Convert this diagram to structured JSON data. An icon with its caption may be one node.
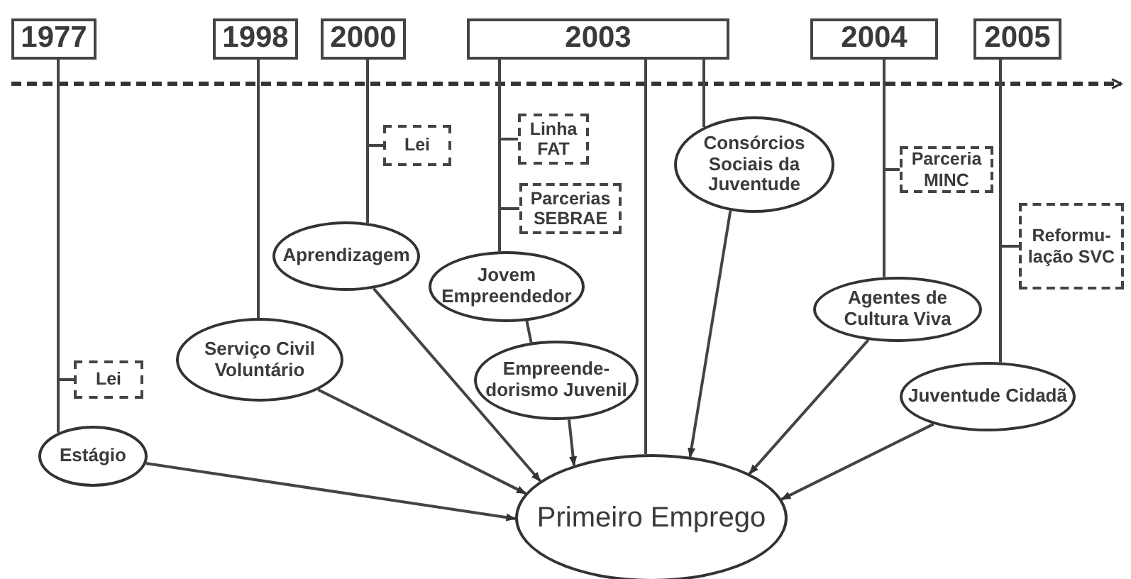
{
  "diagram": {
    "nodes": [
      {
        "text": [
          "1977"
        ]
      },
      {
        "text": [
          "1998"
        ]
      },
      {
        "text": [
          "2000"
        ]
      },
      {
        "text": [
          "2003"
        ]
      },
      {
        "text": [
          "2004"
        ]
      },
      {
        "text": [
          "2005"
        ]
      },
      {
        "text": [
          "Lei"
        ]
      },
      {
        "text": [
          "Linha FAT"
        ]
      },
      {
        "text": [
          "Parcerias SEBRAE"
        ]
      },
      {
        "text": [
          "Consórcios Sociais da Juventude"
        ]
      },
      {
        "text": [
          "Parceria MINC"
        ]
      },
      {
        "text": [
          "Reformu- lação SVC"
        ]
      },
      {
        "text": [
          "Aprendizagem"
        ]
      },
      {
        "text": [
          "Jovem Empreendedor"
        ]
      },
      {
        "text": [
          "Serviço Civil Voluntário"
        ]
      },
      {
        "text": [
          "Empreende- dorismo Juvenil"
        ]
      },
      {
        "text": [
          "Agentes de Cultura Viva"
        ]
      },
      {
        "text": [
          "Lei"
        ]
      },
      {
        "text": [
          "Juventude Cidadã"
        ]
      },
      {
        "text": [
          "Estágio"
        ]
      },
      {
        "text": [
          "Primeiro Emprego"
        ]
      }
    ],
    "edges": [
      {
        "from": 0,
        "to": 19,
        "arrow": "none"
      },
      {
        "from": 0,
        "to": 17,
        "arrow": "none"
      },
      {
        "from": 1,
        "to": 14,
        "arrow": "none"
      },
      {
        "from": 2,
        "to": 12,
        "arrow": "none"
      },
      {
        "from": 2,
        "to": 6,
        "arrow": "none"
      },
      {
        "from": 3,
        "to": 13,
        "arrow": "none"
      },
      {
        "from": 3,
        "to": 7,
        "arrow": "none"
      },
      {
        "from": 3,
        "to": 8,
        "arrow": "none"
      },
      {
        "from": 3,
        "to": 20,
        "arrow": "none"
      },
      {
        "from": 3,
        "to": 9,
        "arrow": "none"
      },
      {
        "from": 4,
        "to": 16,
        "arrow": "none"
      },
      {
        "from": 4,
        "to": 10,
        "arrow": "none"
      },
      {
        "from": 5,
        "to": 18,
        "arrow": "none"
      },
      {
        "from": 5,
        "to": 11,
        "arrow": "none"
      },
      {
        "from": 13,
        "to": 15,
        "arrow": "none"
      },
      {
        "from": 19,
        "to": 20,
        "arrow": "to"
      },
      {
        "from": 14,
        "to": 20,
        "arrow": "to"
      },
      {
        "from": 12,
        "to": 20,
        "arrow": "to"
      },
      {
        "from": 15,
        "to": 20,
        "arrow": "to"
      },
      {
        "from": 9,
        "to": 20,
        "arrow": "to"
      },
      {
        "from": 16,
        "to": 20,
        "arrow": "to"
      },
      {
        "from": 18,
        "to": 20,
        "arrow": "to"
      }
    ]
  }
}
